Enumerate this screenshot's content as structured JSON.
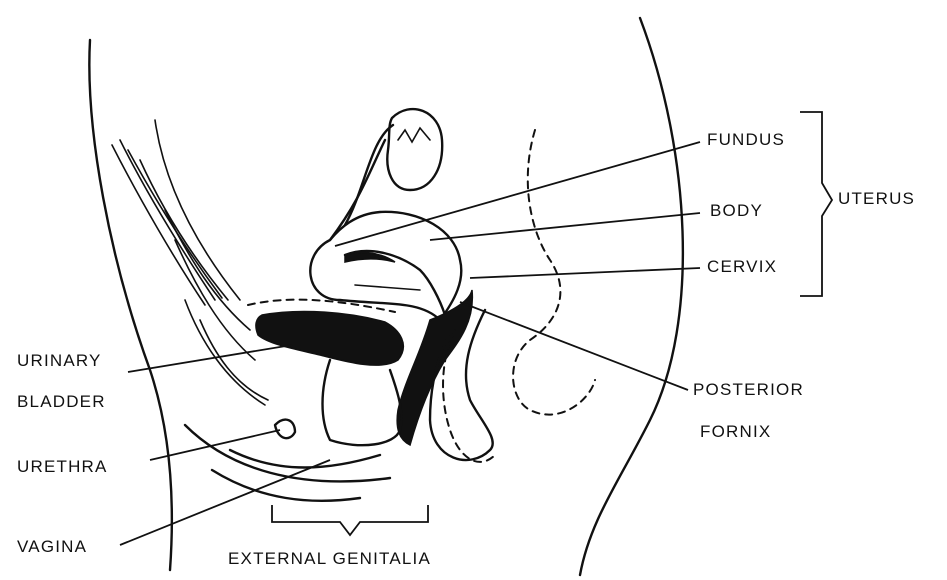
{
  "labels": {
    "fundus": "FUNDUS",
    "body": "BODY",
    "cervix": "CERVIX",
    "uterus": "UTERUS",
    "urinary": "URINARY",
    "bladder": "BLADDER",
    "urethra": "URETHRA",
    "vagina": "VAGINA",
    "posterior": "POSTERIOR",
    "fornix": "FORNIX",
    "external_genitalia": "EXTERNAL GENITALIA"
  }
}
